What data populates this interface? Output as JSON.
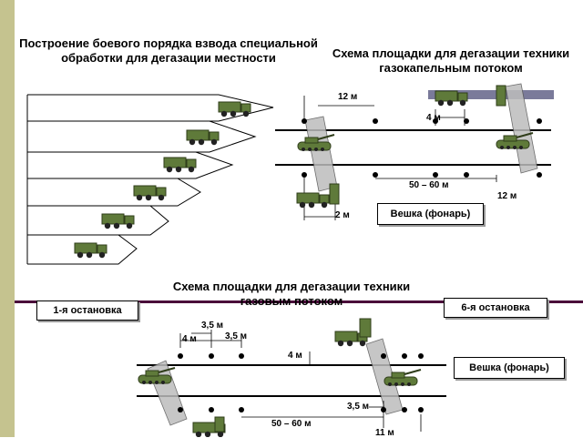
{
  "headings": {
    "left_title": "Построение боевого порядка взвода специальной обработки для дегазации местности",
    "right_title": "Схема площадки для дегазации техники газокапельным потоком",
    "bottom_title": "Схема площадки для дегазации техники газовым потоком"
  },
  "labels": {
    "stop_1": "1-я остановка",
    "stop_6": "6-я остановка",
    "marker_top": "Вешка (фонарь)",
    "marker_bottom": "Вешка (фонарь)"
  },
  "dims_top": {
    "d12_top": "12 м",
    "d4": "4 м",
    "d50_60": "50 – 60 м",
    "d12_bottom": "12 м",
    "d2": "2 м"
  },
  "dims_bottom": {
    "d35_a": "3,5 м",
    "d4_a": "4 м",
    "d35_b": "3,5 м",
    "d4_b": "4 м",
    "d35_c": "3,5 м",
    "d50_60": "50 – 60 м",
    "d11": "11 м"
  },
  "colors": {
    "sidebar": "#c5c38f",
    "divider": "#4a0a3a",
    "vehicle_body": "#5f7a3a",
    "vehicle_dark": "#2f3d1a",
    "spray_zone": "#bdbdbd",
    "roof_bar": "#7a7a9a"
  }
}
